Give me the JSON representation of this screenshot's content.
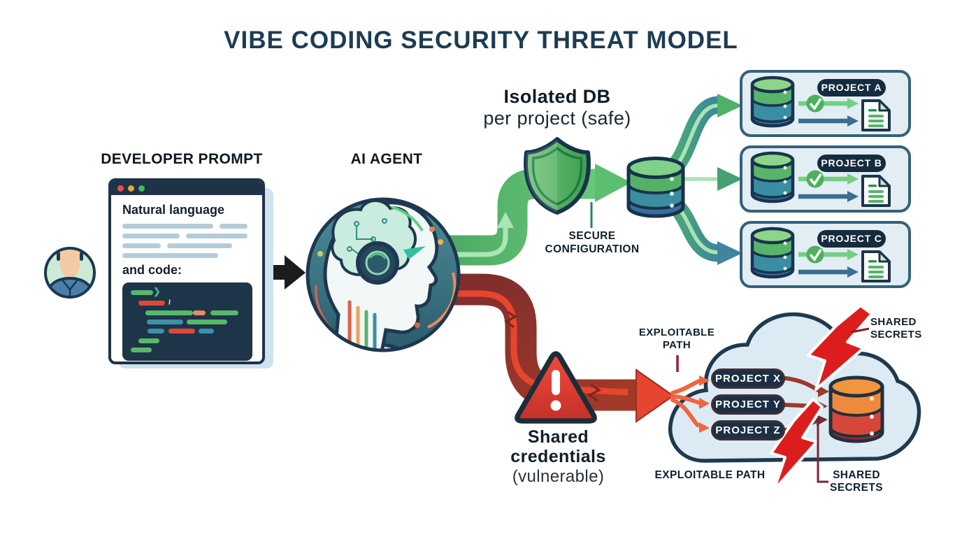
{
  "title": "VIBE CODING SECURITY THREAT MODEL",
  "developer_prompt": {
    "heading": "DEVELOPER PROMPT",
    "window": {
      "natural_language_label": "Natural language",
      "and_code_label": "and code:",
      "code_chevron": "❯",
      "code_squiggle": "~"
    }
  },
  "ai_agent": {
    "heading": "AI AGENT"
  },
  "safe_path": {
    "heading_line1": "Isolated DB",
    "heading_line2": "per project (safe)",
    "secure_configuration_label": "SECURE CONFIGURATION",
    "projects": [
      {
        "label": "PROJECT A"
      },
      {
        "label": "PROJECT B"
      },
      {
        "label": "PROJECT C"
      }
    ]
  },
  "risky_path": {
    "heading_line1": "Shared credentials",
    "heading_line2": "(vulnerable)",
    "exploitable_path_label": "EXPLOITABLE PATH",
    "shared_secrets_label": "SHARED SECRETS",
    "projects": [
      {
        "label": "PROJECT X"
      },
      {
        "label": "PROJECT Y"
      },
      {
        "label": "PROJECT Z"
      }
    ]
  },
  "icons": {
    "check": "✓",
    "warning_exclamation": "!",
    "window_buttons": [
      "close",
      "minimize",
      "maximize"
    ]
  },
  "colors": {
    "title_navy": "#1d3c53",
    "outline_navy": "#1c3850",
    "safe_green": "#57b56a",
    "teal": "#3e8fa8",
    "steel_blue": "#3a6d9b",
    "danger_red": "#e8432d",
    "dark_maroon": "#8e3440",
    "orange": "#ee8a3e",
    "cloud_blue": "#dcebf3",
    "box_background": "#e2edf4",
    "code_background": "#1e3448",
    "window_dot_red": "#e05544",
    "window_dot_orange": "#efa23c",
    "window_dot_green": "#3fba62"
  }
}
